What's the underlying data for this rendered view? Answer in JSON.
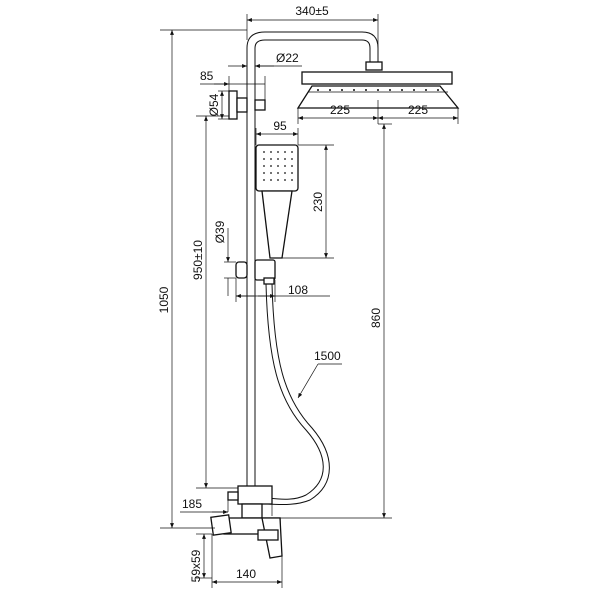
{
  "dimensions": {
    "overall_height": "1050",
    "rail_height": "950±10",
    "arm_width": "340±5",
    "pipe_diameter": "Ø22",
    "holder_offset": "85",
    "holder_diameter": "Ø54",
    "head_left": "225",
    "head_right": "225",
    "hand_shower_width": "95",
    "hand_shower_length": "230",
    "slider_diameter": "Ø39",
    "slider_projection": "108",
    "head_to_outlet": "860",
    "hose_length": "1500",
    "inlet_offset": "185",
    "inlet_size": "59x59",
    "mixer_depth": "140"
  },
  "colors": {
    "line": "#111111",
    "background": "#ffffff"
  }
}
